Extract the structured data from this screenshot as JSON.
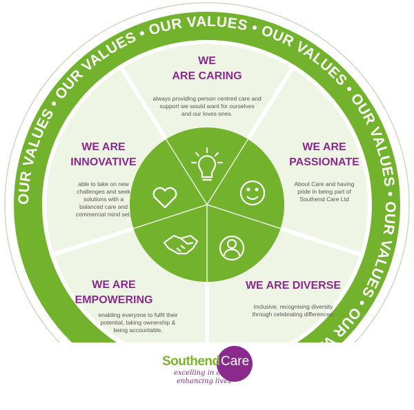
{
  "ring": {
    "label": "OUR VALUES",
    "separator": "•"
  },
  "values": [
    {
      "line1": "WE",
      "line2": "ARE CARING",
      "description": [
        "always providing person centred care and",
        "support we would want for ourselves",
        "and our loves ones."
      ],
      "icon": "lightbulb-icon"
    },
    {
      "line1": "WE ARE",
      "line2": "PASSIONATE",
      "description": [
        "About Care and having",
        "pride in being part of",
        "Southend Care Ltd"
      ],
      "icon": "smiley-face-icon"
    },
    {
      "line1": "WE ARE DIVERSE",
      "line2": "",
      "description": [
        "Inclusive, recognising diversity",
        "through celebrating differences."
      ],
      "icon": "person-profile-icon"
    },
    {
      "line1": "WE ARE",
      "line2": "EMPOWERING",
      "description": [
        "enabling everyone to fulfil their",
        "potential, taking ownership &",
        "being accountable."
      ],
      "icon": "handshake-icon"
    },
    {
      "line1": "WE ARE",
      "line2": "INNOVATIVE",
      "description": [
        "able to take on new",
        "challenges and seek",
        "solutions with a",
        "balanced care and",
        "commercial mind set."
      ],
      "icon": "heart-icon"
    }
  ],
  "logo": {
    "name": "Southend",
    "care": "Care",
    "tagline1": "excelling in care",
    "tagline2": "enhancing lives"
  },
  "colors": {
    "green": "#72b22d",
    "panel": "#eef5e4",
    "purple": "#8a2a8c"
  }
}
